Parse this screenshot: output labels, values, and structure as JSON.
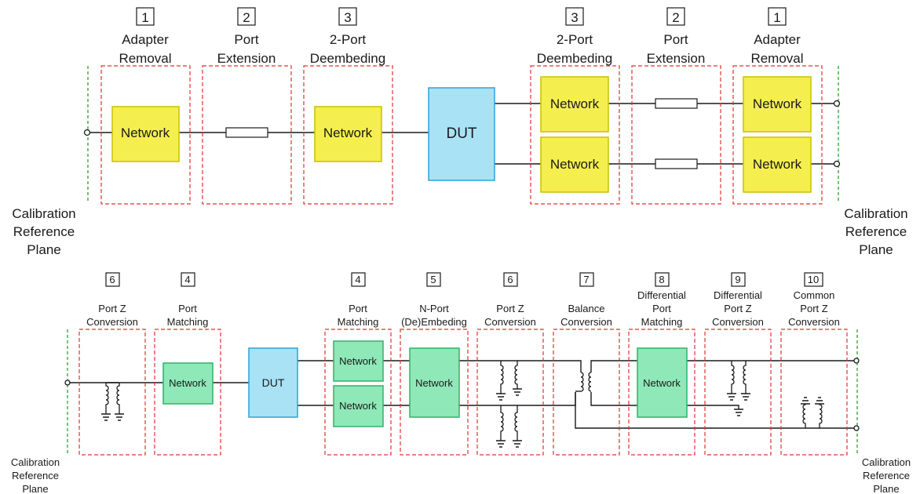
{
  "top_row": {
    "calibration_left": [
      "Calibration",
      "Reference",
      "Plane"
    ],
    "calibration_right": [
      "Calibration",
      "Reference",
      "Plane"
    ],
    "dut_label": "DUT",
    "groups": [
      {
        "number": "1",
        "title": [
          "Adapter",
          "Removal"
        ]
      },
      {
        "number": "2",
        "title": [
          "Port",
          "Extension"
        ]
      },
      {
        "number": "3",
        "title": [
          "2-Port",
          "Deembeding"
        ]
      },
      {
        "number": "3",
        "title": [
          "2-Port",
          "Deembeding"
        ]
      },
      {
        "number": "2",
        "title": [
          "Port",
          "Extension"
        ]
      },
      {
        "number": "1",
        "title": [
          "Adapter",
          "Removal"
        ]
      }
    ],
    "network_label": "Network"
  },
  "bottom_row": {
    "calibration_left": [
      "Calibration",
      "Reference",
      "Plane"
    ],
    "calibration_right": [
      "Calibration",
      "Reference",
      "Plane"
    ],
    "dut_label": "DUT",
    "groups": [
      {
        "number": "6",
        "title": [
          "Port Z",
          "Conversion"
        ]
      },
      {
        "number": "4",
        "title": [
          "Port",
          "Matching"
        ]
      },
      {
        "number": "4",
        "title": [
          "Port",
          "Matching"
        ]
      },
      {
        "number": "5",
        "title": [
          "N-Port",
          "(De)Embeding"
        ]
      },
      {
        "number": "6",
        "title": [
          "Port Z",
          "Conversion"
        ]
      },
      {
        "number": "7",
        "title": [
          "Balance",
          "Conversion"
        ]
      },
      {
        "number": "8",
        "title": [
          "Differential",
          "Port",
          "Matching"
        ]
      },
      {
        "number": "9",
        "title": [
          "Differential",
          "Port Z",
          "Conversion"
        ]
      },
      {
        "number": "10",
        "title": [
          "Common",
          "Port Z",
          "Conversion"
        ]
      }
    ],
    "network_label": "Network"
  },
  "colors": {
    "network_top": "#f5ee4f",
    "network_bottom": "#8ee8b8",
    "dut": "#a9e2f5",
    "group_border": "#e03131",
    "reference_plane": "#2ca02c"
  }
}
